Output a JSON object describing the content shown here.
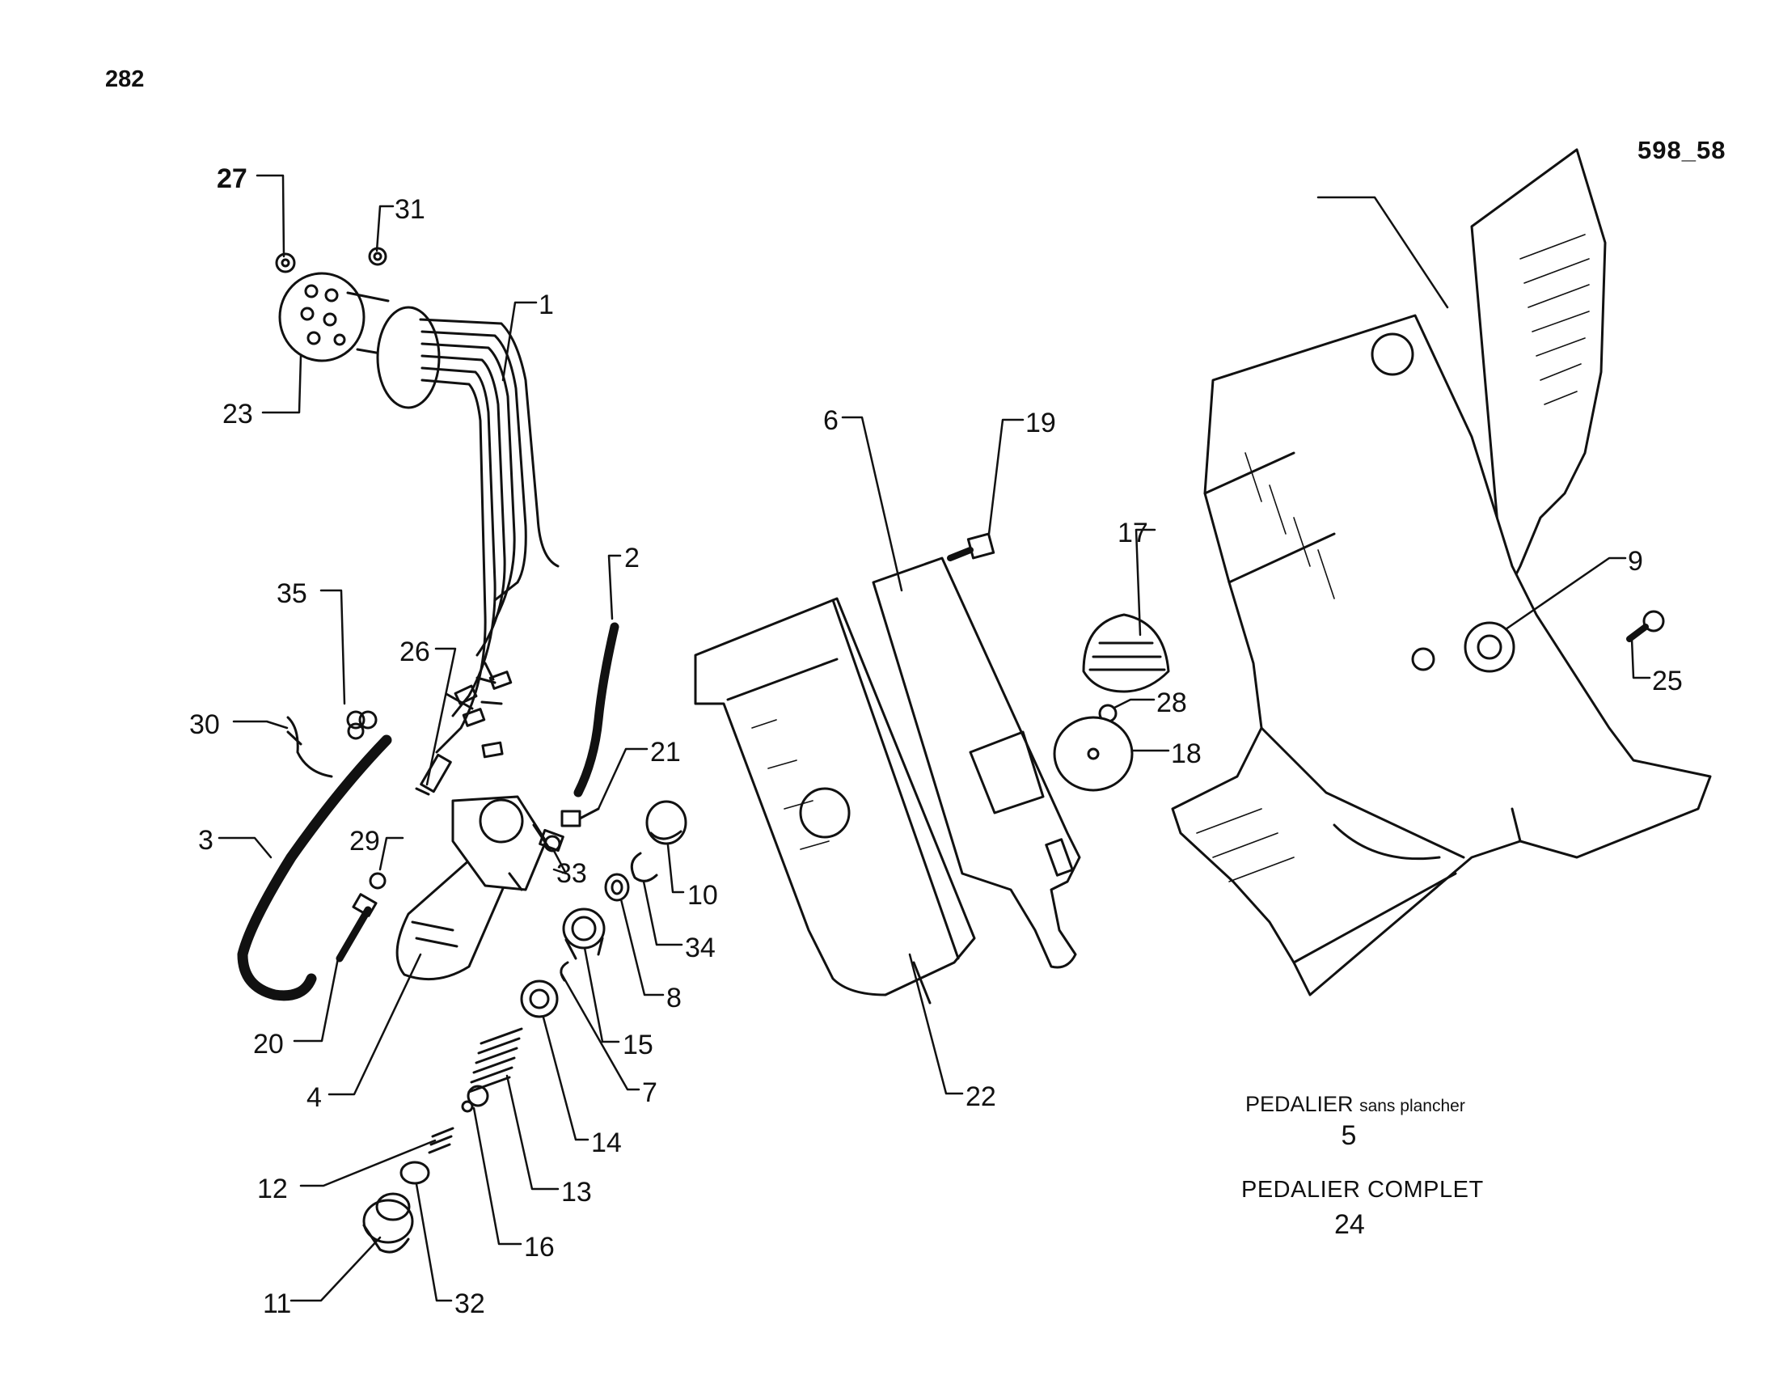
{
  "page_number": "282",
  "plate_ref": "598_58",
  "captions": {
    "line1_main": "PEDALIER",
    "line1_small": "sans plancher",
    "line1_number": "5",
    "line2": "PEDALIER COMPLET",
    "line2_number": "24"
  },
  "callouts": [
    "27",
    "31",
    "1",
    "23",
    "2",
    "35",
    "26",
    "30",
    "3",
    "29",
    "20",
    "4",
    "21",
    "33",
    "10",
    "34",
    "8",
    "15",
    "7",
    "14",
    "13",
    "12",
    "16",
    "11",
    "32",
    "6",
    "19",
    "22",
    "17",
    "28",
    "18",
    "9",
    "25"
  ],
  "colors": {
    "ink": "#111111",
    "paper": "#ffffff"
  }
}
